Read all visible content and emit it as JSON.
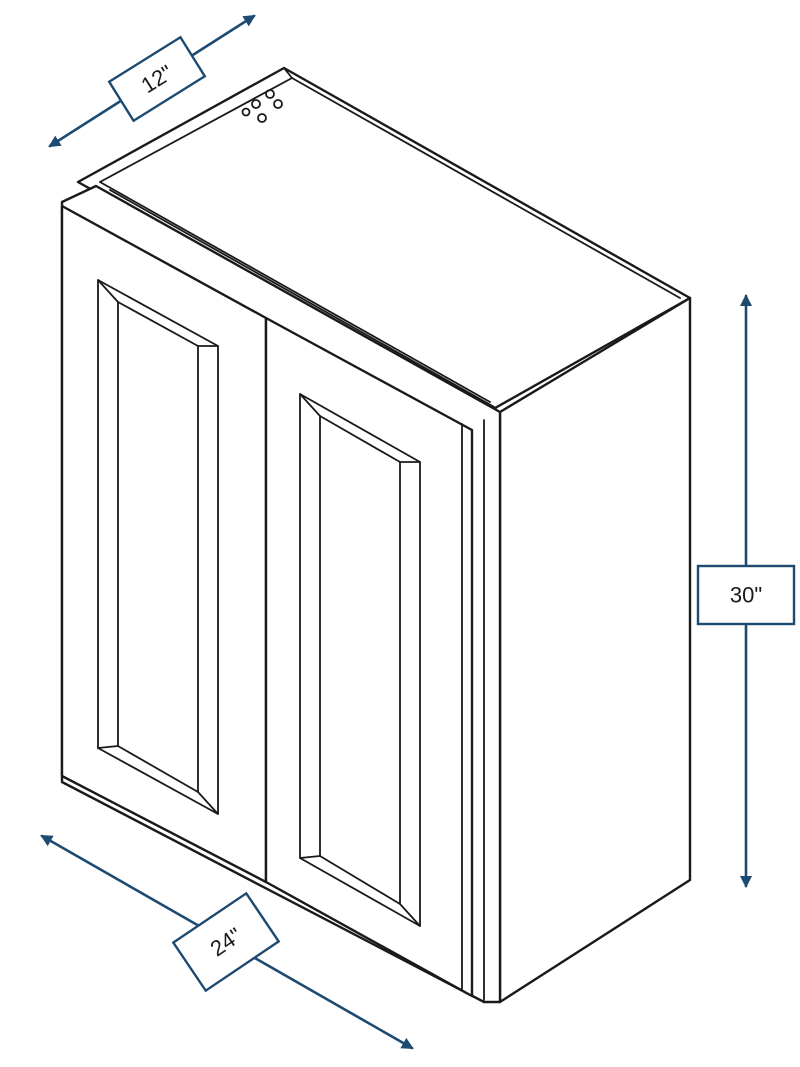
{
  "colors": {
    "dimension": "#1d4a70",
    "outline": "#1a1a1a",
    "background": "#ffffff"
  },
  "dimensions": {
    "depth": {
      "label": "12\"",
      "value": 12,
      "unit": "in"
    },
    "height": {
      "label": "30\"",
      "value": 30,
      "unit": "in"
    },
    "width": {
      "label": "24\"",
      "value": 24,
      "unit": "in"
    }
  }
}
